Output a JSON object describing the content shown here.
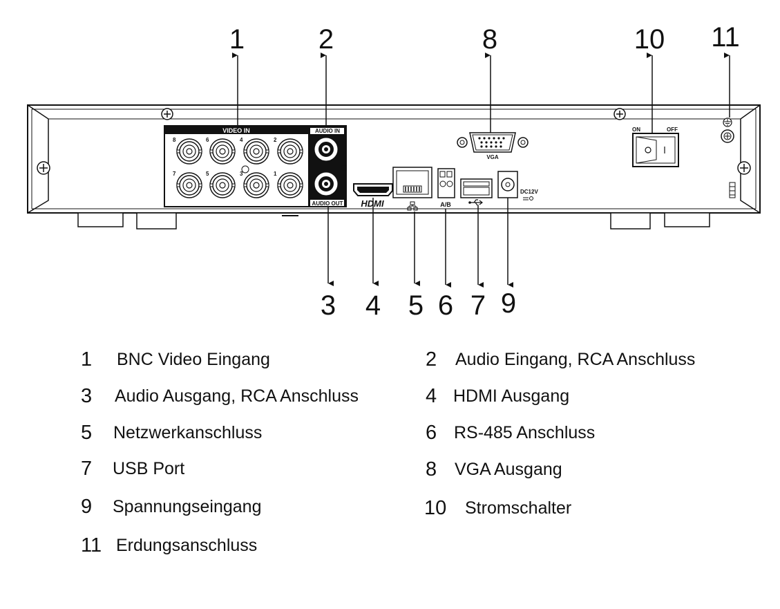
{
  "callouts": {
    "c1": "1",
    "c2": "2",
    "c3": "3",
    "c4": "4",
    "c5": "5",
    "c6": "6",
    "c7": "7",
    "c8": "8",
    "c9": "9",
    "c10": "10",
    "c11": "11"
  },
  "device": {
    "video_in": "VIDEO IN",
    "audio_in": "AUDIO IN",
    "audio_out": "AUDIO OUT",
    "bnc_numbers_top": [
      "8",
      "6",
      "4",
      "2"
    ],
    "bnc_numbers_bottom": [
      "7",
      "5",
      "3",
      "1"
    ],
    "vga": "VGA",
    "hdmi": "HDMI",
    "rs485": "A/B",
    "dc": "DC12V",
    "switch_on": "ON",
    "switch_off": "OFF"
  },
  "legend": [
    {
      "num": "1",
      "text": "BNC Video Eingang"
    },
    {
      "num": "2",
      "text": "Audio Eingang, RCA Anschluss"
    },
    {
      "num": "3",
      "text": "Audio Ausgang, RCA Anschluss"
    },
    {
      "num": "4",
      "text": "HDMI Ausgang"
    },
    {
      "num": "5",
      "text": "Netzwerkanschluss"
    },
    {
      "num": "6",
      "text": "RS-485 Anschluss"
    },
    {
      "num": "7",
      "text": "USB Port"
    },
    {
      "num": "8",
      "text": "VGA Ausgang"
    },
    {
      "num": "9",
      "text": "Spannungseingang"
    },
    {
      "num": "10",
      "text": "Stromschalter"
    },
    {
      "num": "11",
      "text": "Erdungsanschluss"
    }
  ]
}
